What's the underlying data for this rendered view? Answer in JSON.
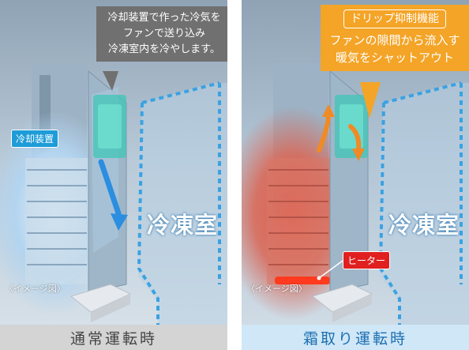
{
  "normal": {
    "bubble_line1": "冷却装置で作った冷気を",
    "bubble_line2": "ファンで送り込み",
    "bubble_line3": "冷凍室内を冷やします。",
    "cooler_tag": "冷却装置",
    "room_label": "冷凍室",
    "image_note": "〈イメージ図〉",
    "caption": "通常運転時"
  },
  "defrost": {
    "feature_title": "ドリップ抑制機能",
    "bubble_line1": "ファンの隙間から流入す",
    "bubble_line2": "暖気をシャットアウト",
    "heater_tag": "ヒーター",
    "room_label": "冷凍室",
    "image_note": "〈イメージ図〉",
    "caption": "霜取り運転時"
  },
  "colors": {
    "cool_blue": "#1e9cd8",
    "heater_red": "#e02020",
    "bubble_gray": "#707070",
    "bubble_orange": "#f4a427",
    "caption_gray": "#d4d4d4",
    "caption_blue": "#cfe7f7"
  }
}
